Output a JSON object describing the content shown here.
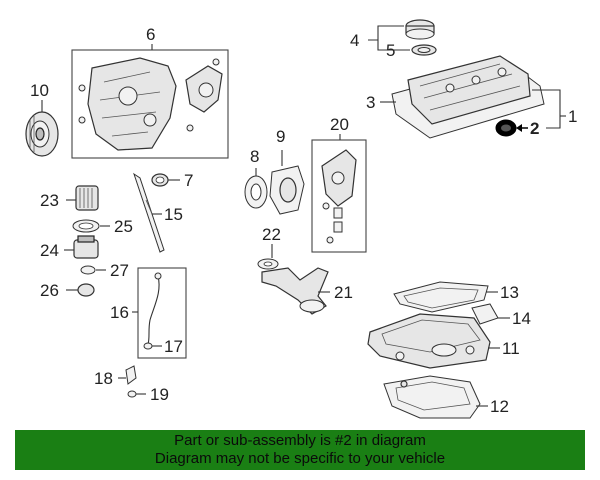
{
  "diagram": {
    "callouts": {
      "c1": "1",
      "c2": "2",
      "c3": "3",
      "c4": "4",
      "c5": "5",
      "c6": "6",
      "c7": "7",
      "c8": "8",
      "c9": "9",
      "c10": "10",
      "c11": "11",
      "c12": "12",
      "c13": "13",
      "c14": "14",
      "c15": "15",
      "c16": "16",
      "c17": "17",
      "c18": "18",
      "c19": "19",
      "c20": "20",
      "c21": "21",
      "c22": "22",
      "c23": "23",
      "c24": "24",
      "c25": "25",
      "c26": "26",
      "c27": "27"
    },
    "highlight_color": "#000000"
  },
  "banner": {
    "line1": "Part or sub-assembly is #2 in diagram",
    "line2": "Diagram may not be specific to your vehicle",
    "background": "#1a7f14"
  }
}
